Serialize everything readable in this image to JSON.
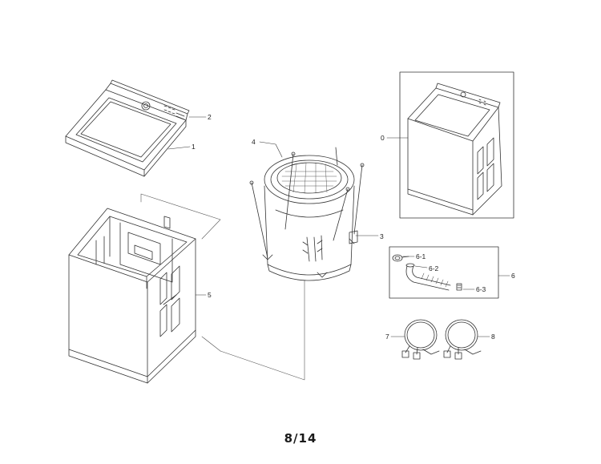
{
  "callouts": {
    "c0": "0",
    "c1": "1",
    "c2": "2",
    "c3": "3",
    "c4": "4",
    "c5": "5",
    "c6": "6",
    "c6_1": "6-1",
    "c6_2": "6-2",
    "c6_3": "6-3",
    "c7": "7",
    "c8": "8"
  },
  "page_number": "8/14",
  "colors": {
    "line": "#333333",
    "background": "#ffffff"
  }
}
